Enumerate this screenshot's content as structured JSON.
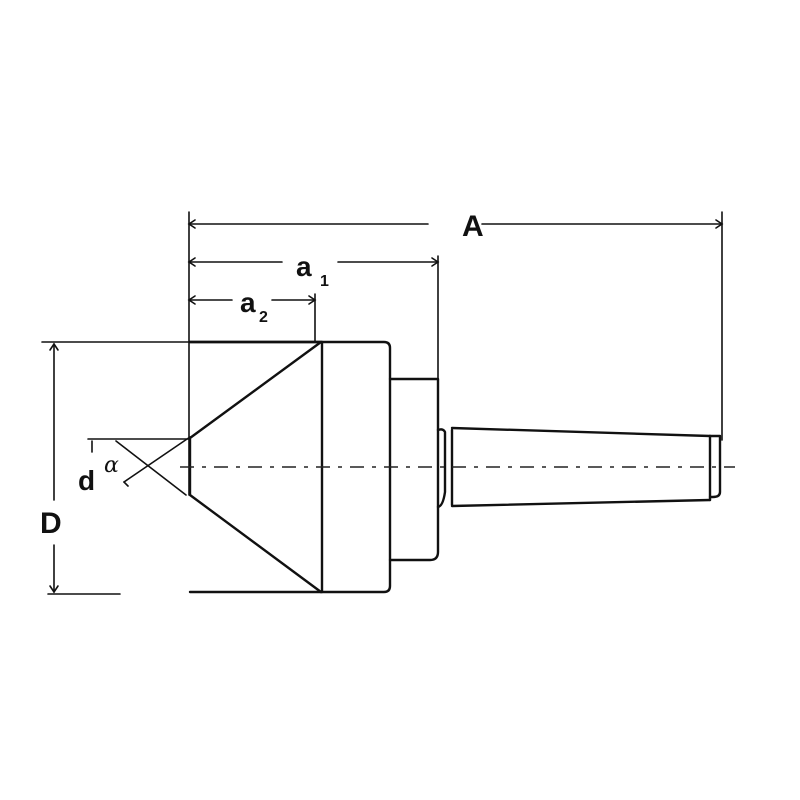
{
  "diagram": {
    "title": "Live center dimension drawing",
    "labels": {
      "A": "A",
      "a1_main": "a",
      "a1_sub": "1",
      "a2_main": "a",
      "a2_sub": "2",
      "D": "D",
      "d": "d",
      "alpha": "α"
    },
    "colors": {
      "line": "#111111",
      "background": "#ffffff"
    }
  }
}
